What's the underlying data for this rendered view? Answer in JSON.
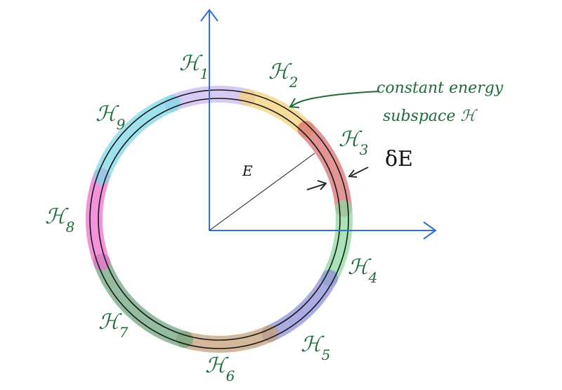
{
  "labels": {
    "radius": "E",
    "shell_width": "δE",
    "annotation_line1": "constant energy",
    "annotation_line2": "subspace ℋ"
  },
  "subspaces": [
    {
      "symbol": "ℋ",
      "sub": "1",
      "color": "#c9b8f0"
    },
    {
      "symbol": "ℋ",
      "sub": "2",
      "color": "#f3d27a"
    },
    {
      "symbol": "ℋ",
      "sub": "3",
      "color": "#d97070"
    },
    {
      "symbol": "ℋ",
      "sub": "4",
      "color": "#8fd9a0"
    },
    {
      "symbol": "ℋ",
      "sub": "5",
      "color": "#8f8fd9"
    },
    {
      "symbol": "ℋ",
      "sub": "6",
      "color": "#c4a07a"
    },
    {
      "symbol": "ℋ",
      "sub": "7",
      "color": "#6fa77e"
    },
    {
      "symbol": "ℋ",
      "sub": "8",
      "color": "#f06fd0"
    },
    {
      "symbol": "ℋ",
      "sub": "9",
      "color": "#7fd8e8"
    }
  ],
  "colors": {
    "axes": "#2f6fd6",
    "ink": "#1a1a1a",
    "handwriting": "#1f6b3a"
  }
}
